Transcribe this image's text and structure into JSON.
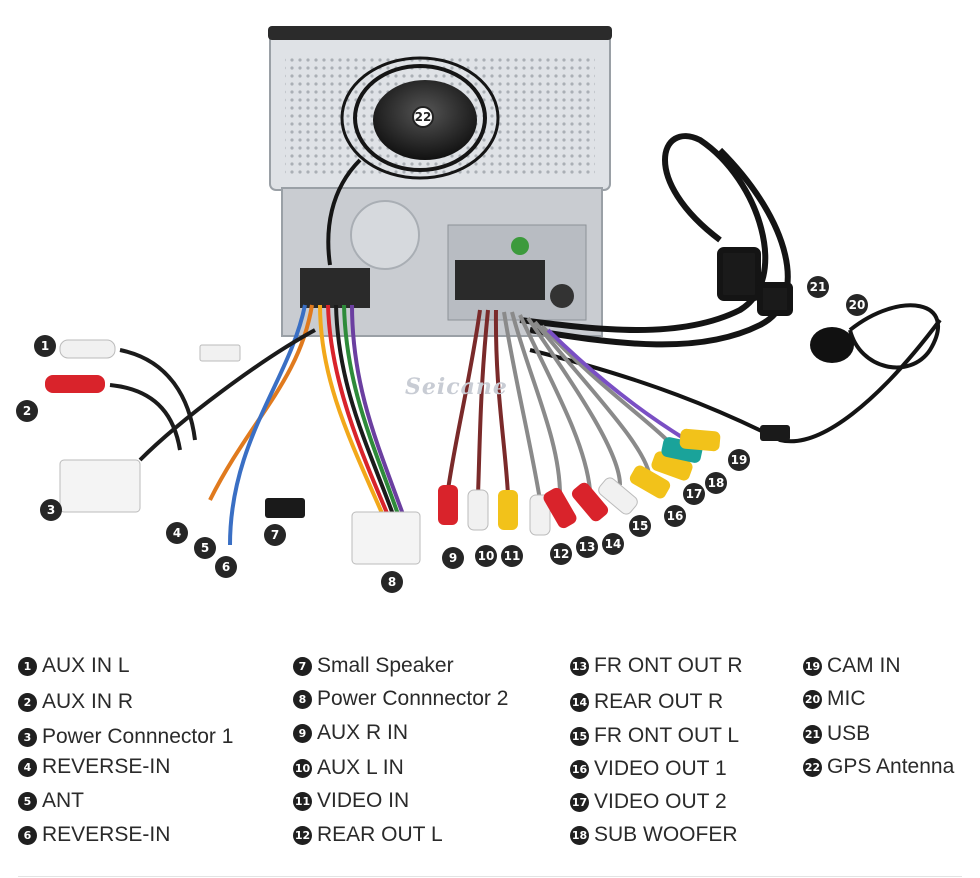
{
  "brand": "Seicane",
  "callouts": [
    "1",
    "2",
    "3",
    "4",
    "5",
    "6",
    "7",
    "8",
    "9",
    "10",
    "11",
    "12",
    "13",
    "14",
    "15",
    "16",
    "17",
    "18",
    "19",
    "20",
    "21",
    "22"
  ],
  "legend": [
    {
      "num": "1",
      "label": "AUX IN L"
    },
    {
      "num": "2",
      "label": "AUX IN R"
    },
    {
      "num": "3",
      "label": "Power Connnector 1"
    },
    {
      "num": "4",
      "label": "REVERSE-IN"
    },
    {
      "num": "5",
      "label": "ANT"
    },
    {
      "num": "6",
      "label": "REVERSE-IN"
    },
    {
      "num": "7",
      "label": "Small Speaker"
    },
    {
      "num": "8",
      "label": "Power Connnector 2"
    },
    {
      "num": "9",
      "label": "AUX R IN"
    },
    {
      "num": "10",
      "label": "AUX L IN"
    },
    {
      "num": "11",
      "label": "VIDEO IN"
    },
    {
      "num": "12",
      "label": "REAR OUT L"
    },
    {
      "num": "13",
      "label": "FR ONT OUT R"
    },
    {
      "num": "14",
      "label": "REAR OUT R"
    },
    {
      "num": "15",
      "label": "FR ONT OUT L"
    },
    {
      "num": "16",
      "label": "VIDEO OUT 1"
    },
    {
      "num": "17",
      "label": "VIDEO OUT 2"
    },
    {
      "num": "18",
      "label": "SUB WOOFER"
    },
    {
      "num": "19",
      "label": "CAM IN"
    },
    {
      "num": "20",
      "label": "MIC"
    },
    {
      "num": "21",
      "label": "USB"
    },
    {
      "num": "22",
      "label": "GPS Antenna"
    }
  ],
  "colors": {
    "rca_red": "#d9232b",
    "rca_white": "#f1f1f1",
    "rca_yellow": "#f2c21a",
    "rca_teal": "#1aa39a",
    "cable_black": "#1b1b1b",
    "chassis": "#c9ccd1"
  }
}
